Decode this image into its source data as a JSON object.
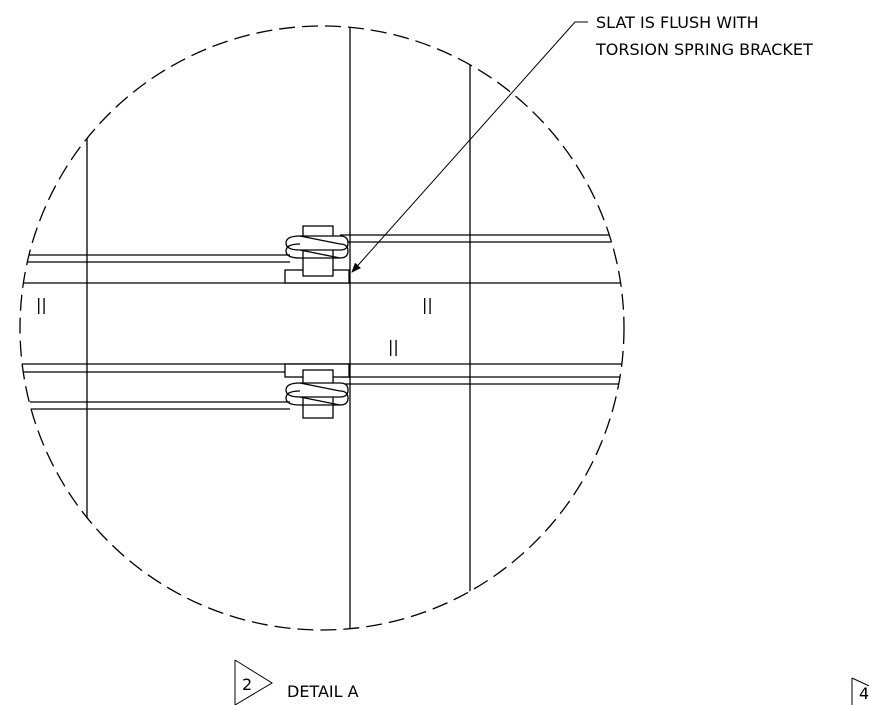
{
  "callout": {
    "line1": "SLAT IS FLUSH WITH",
    "line2": "TORSION SPRING BRACKET"
  },
  "detail": {
    "number": "2",
    "title": "DETAIL  A"
  },
  "next_detail": {
    "number": "4"
  },
  "marks": {
    "parallel": "||"
  }
}
